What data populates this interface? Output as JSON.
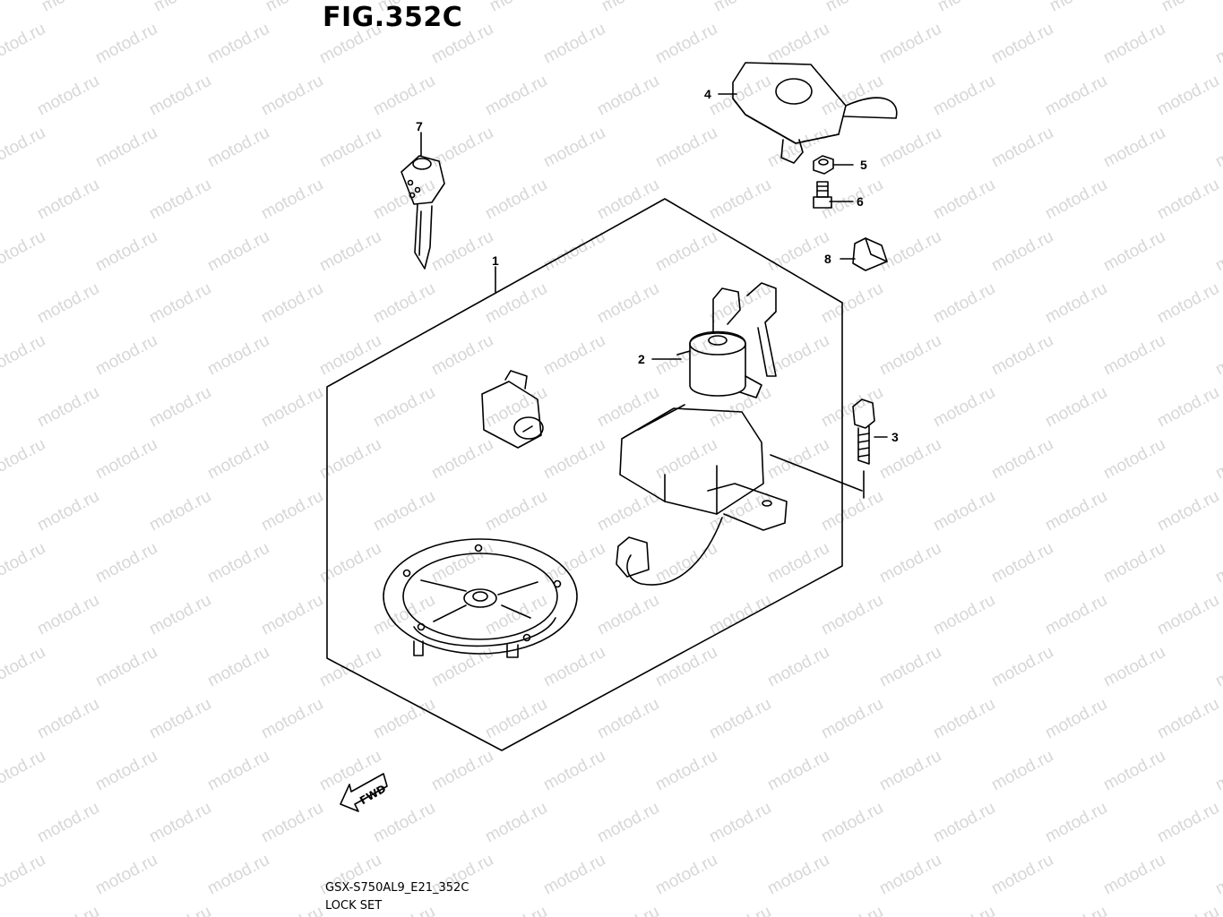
{
  "figure_title": "FIG.352C",
  "watermark_text": "motod.ru",
  "direction_label": "FWD",
  "callouts": [
    "1",
    "2",
    "3",
    "4",
    "5",
    "6",
    "7",
    "8"
  ],
  "footer": {
    "model_code": "GSX-S750AL9_E21_352C",
    "section_name": "LOCK SET"
  }
}
